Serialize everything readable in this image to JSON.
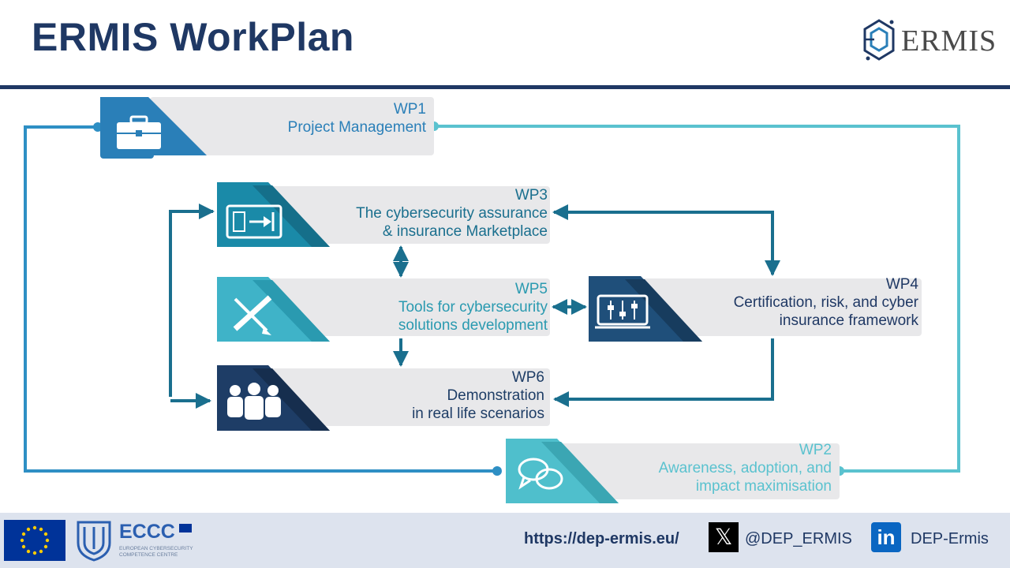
{
  "header": {
    "title": "ERMIS WorkPlan",
    "brand_name": "ERMIS"
  },
  "colors": {
    "navy": "#1f3864",
    "dark_teal": "#1a6f8e",
    "light_teal": "#5ac2cf",
    "box_fill": "#e8e8ea"
  },
  "work_packages": {
    "wp1": {
      "code": "WP1",
      "line1": "Project Management",
      "line2": "",
      "icon": "briefcase-icon"
    },
    "wp3": {
      "code": "WP3",
      "line1": "The cybersecurity assurance",
      "line2": "& insurance Marketplace",
      "icon": "transfer-icon"
    },
    "wp5": {
      "code": "WP5",
      "line1": "Tools for cybersecurity",
      "line2": "solutions development",
      "icon": "tools-icon"
    },
    "wp4": {
      "code": "WP4",
      "line1": "Certification, risk, and cyber",
      "line2": "insurance framework",
      "icon": "sliders-icon"
    },
    "wp6": {
      "code": "WP6",
      "line1": "Demonstration",
      "line2": "in real life scenarios",
      "icon": "people-icon"
    },
    "wp2": {
      "code": "WP2",
      "line1": "Awareness, adoption, and",
      "line2": "impact maximisation",
      "icon": "chat-icon"
    }
  },
  "footer": {
    "eccc_name": "ECCC",
    "eccc_subtitle": "EUROPEAN CYBERSECURITY COMPETENCE CENTRE",
    "url": "https://dep-ermis.eu/",
    "x_glyph": "𝕏",
    "x_handle": "@DEP_ERMIS",
    "linkedin_glyph": "in",
    "linkedin_handle": "DEP-Ermis"
  }
}
